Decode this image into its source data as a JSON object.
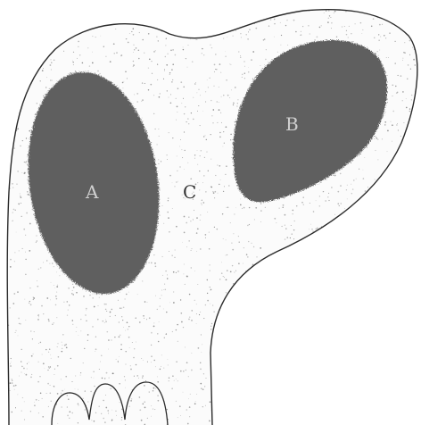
{
  "figure": {
    "labels": {
      "a": "A",
      "b": "B",
      "c": "C"
    },
    "colors": {
      "background": "#ffffff",
      "outline": "#2a2a2a",
      "stipple": "#7a7a7a",
      "dark_region": "#5e5e5e"
    }
  }
}
